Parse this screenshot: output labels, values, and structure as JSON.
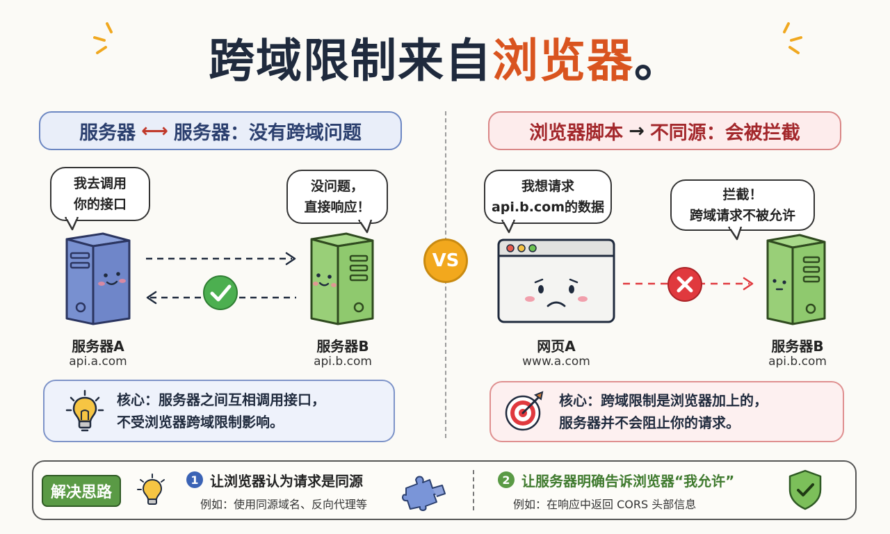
{
  "title": {
    "prefix": "跨域限制来自",
    "accent": "浏览器",
    "suffix": "。"
  },
  "left": {
    "header_a": "服务器",
    "header_arrow": "⟷",
    "header_b": "服务器：没有跨域问题",
    "bubble_a": [
      "我去调用",
      "你的接口"
    ],
    "bubble_b": [
      "没问题，",
      "直接响应！"
    ],
    "server_a_name": "服务器A",
    "server_a_domain": "api.a.com",
    "server_b_name": "服务器B",
    "server_b_domain": "api.b.com",
    "core": [
      "核心：服务器之间互相调用接口，",
      "不受浏览器跨域限制影响。"
    ]
  },
  "vs": "VS",
  "right": {
    "header_a": "浏览器脚本",
    "header_arrow": "→",
    "header_b": "不同源：会被拦截",
    "bubble_a": [
      "我想请求",
      "api.b.com的数据"
    ],
    "bubble_b": [
      "拦截！",
      "跨域请求不被允许"
    ],
    "page_name": "网页A",
    "page_domain": "www.a.com",
    "server_b_name": "服务器B",
    "server_b_domain": "api.b.com",
    "core": [
      "核心：跨域限制是浏览器加上的，",
      "服务器并不会阻止你的请求。"
    ]
  },
  "bottom": {
    "button": "解决思路",
    "sol1": {
      "num": "1",
      "title": "让浏览器认为请求是同源",
      "sub": "例如：使用同源域名、反向代理等"
    },
    "sol2": {
      "num": "2",
      "title": "让服务器明确告诉浏览器“我允许”",
      "sub": "例如：在响应中返回 CORS 头部信息"
    }
  },
  "colors": {
    "accent_orange": "#d9541f",
    "blue_server": "#6f86c9",
    "green_server": "#8fc96e",
    "success_green": "#4caf50",
    "error_red": "#e0393e",
    "vs_orange": "#f2a81d",
    "solution_green": "#5a9a45",
    "num1_blue": "#3b63b5",
    "num2_green": "#5a9a45"
  },
  "icons": [
    "sparkle-icon",
    "blue-server-icon",
    "green-server-icon",
    "check-icon",
    "vs-badge-icon",
    "sad-browser-icon",
    "cross-icon",
    "lightbulb-icon",
    "target-icon",
    "puzzle-icon",
    "shield-check-icon"
  ]
}
